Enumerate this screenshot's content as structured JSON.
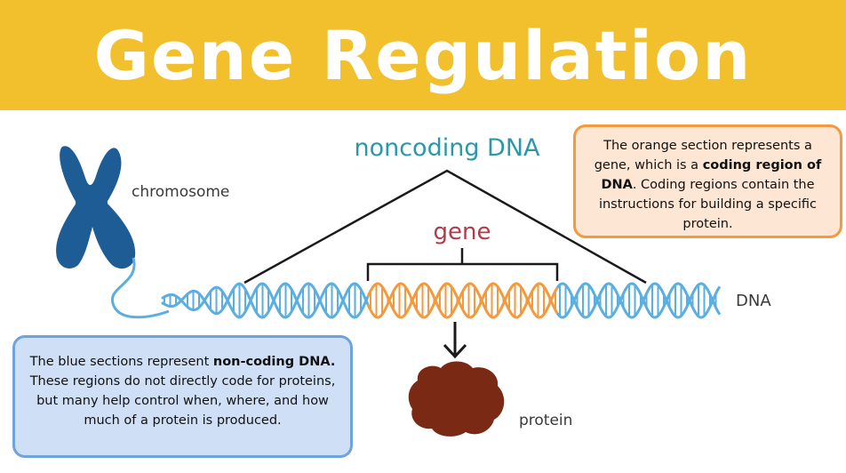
{
  "title": "Gene Regulation",
  "labels": {
    "noncoding_dna": "noncoding DNA",
    "gene": "gene",
    "chromosome": "chromosome",
    "dna": "DNA",
    "protein": "protein"
  },
  "callouts": {
    "gene": {
      "part1": "The orange section represents a gene, which is a ",
      "bold": "coding region of DNA",
      "part2": ". Coding regions contain the instructions for building a specific protein."
    },
    "noncoding": {
      "part1": "The blue sections represent ",
      "bold": "non-coding DNA.",
      "part2": " These regions do not directly code for proteins, but many help control when, where, and how much of a protein is produced."
    }
  },
  "colors": {
    "banner": "#f2c02d",
    "noncoding_dna": "#5aaee0",
    "gene_dna": "#f39a3e",
    "chromosome": "#1d5c94",
    "protein": "#7a2a14",
    "noncoding_label": "#2a98a8",
    "gene_label": "#b23a4a"
  },
  "icons": {
    "chromosome": "chromosome-x-shape",
    "arrow": "down-arrow",
    "protein": "protein-blob"
  }
}
